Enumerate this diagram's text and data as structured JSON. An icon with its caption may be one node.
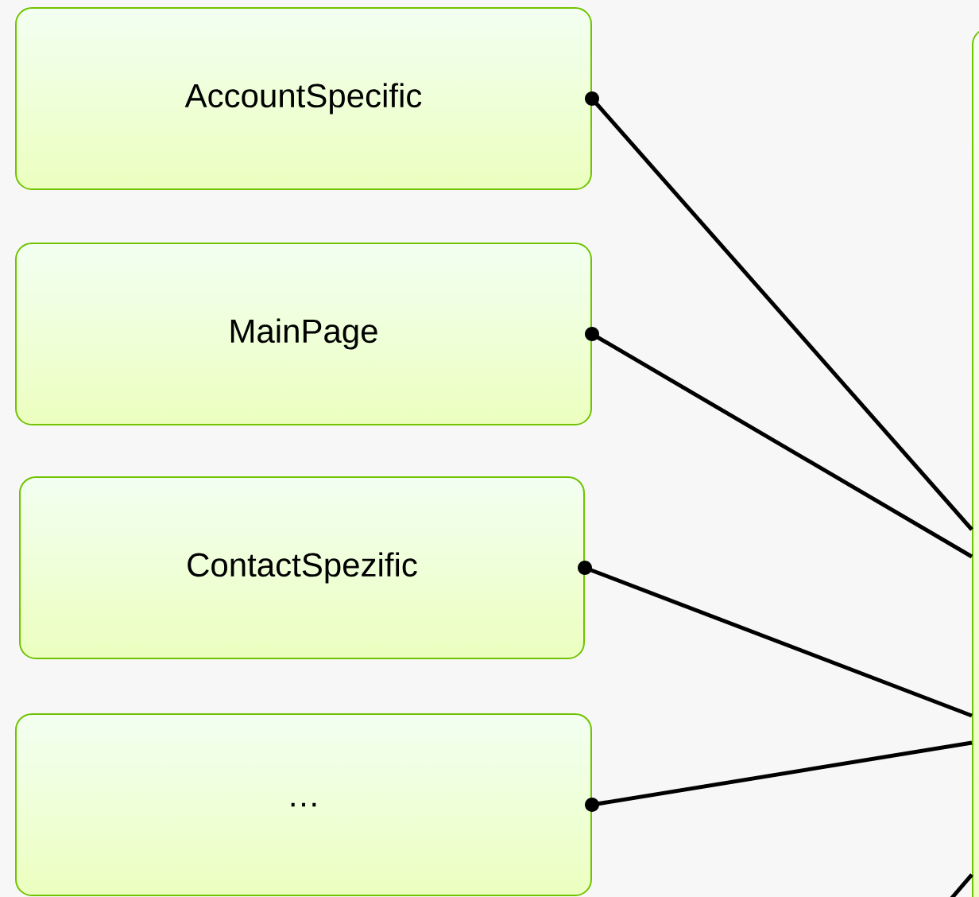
{
  "diagram": {
    "nodes": [
      {
        "text": [
          "AccountSpecific"
        ]
      },
      {
        "text": [
          "MainPage"
        ]
      },
      {
        "text": [
          "ContactSpezific"
        ]
      },
      {
        "text": [
          "…"
        ]
      },
      {
        "text": [],
        "shape": "box"
      }
    ],
    "edges": [
      {
        "from": 0,
        "to": 4,
        "arrow": "other"
      },
      {
        "from": 1,
        "to": 4,
        "arrow": "other"
      },
      {
        "from": 2,
        "to": 4,
        "arrow": "other"
      },
      {
        "from": 3,
        "to": 4,
        "arrow": "other"
      },
      {
        "from": null,
        "to": 4,
        "arrow": "none"
      }
    ]
  }
}
